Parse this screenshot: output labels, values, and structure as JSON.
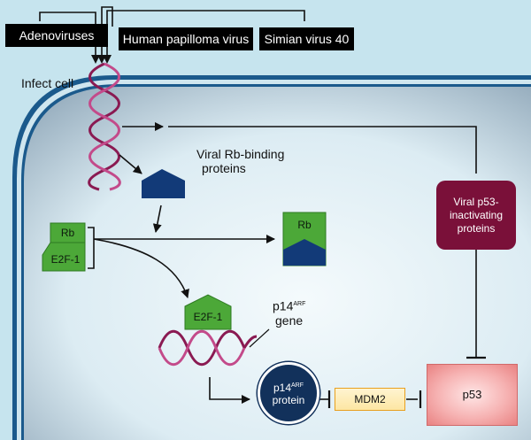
{
  "viruses": [
    {
      "label": "Adenoviruses"
    },
    {
      "label": "Human papilloma virus"
    },
    {
      "label": "Simian virus 40"
    }
  ],
  "labels": {
    "infect_cell": "Infect cell",
    "viral_rb_binding": [
      "Viral Rb-binding",
      "proteins"
    ],
    "rb": "Rb",
    "e2f1": "E2F-1",
    "rb_bound": "Rb",
    "e2f1_free": "E2F-1",
    "p14_gene_name": "p14",
    "p14_gene_sup": "ARF",
    "gene_word": "gene",
    "p14_protein_name": "p14",
    "p14_protein_sup": "ARF",
    "protein_word": "protein",
    "mdm2": "MDM2",
    "p53": "p53",
    "viral_p53_inactivating": [
      "Viral p53-",
      "inactivating",
      "proteins"
    ]
  },
  "colors": {
    "extracellular": "#c6e4ee",
    "cytoplasm": "#ddeef4",
    "membrane": "#1b5a8c",
    "dark_blue_protein": "#123a78",
    "green_protein": "#4ca838",
    "green_border": "#2e7a22",
    "dna_strand": "#8a1a52",
    "p53_inactivator": "#7a1039",
    "p14_protein": "#12315b",
    "mdm2_border": "#e8a020"
  }
}
